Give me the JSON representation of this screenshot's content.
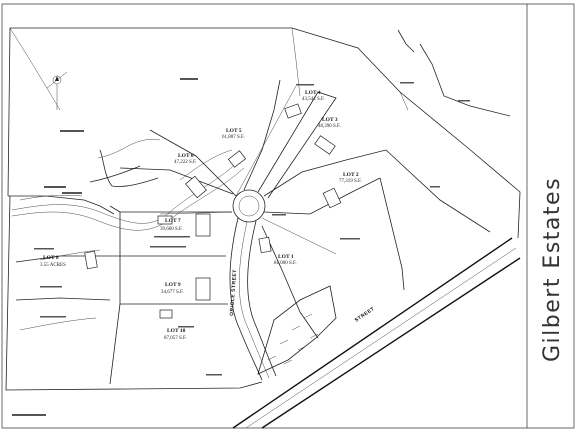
{
  "title": "Gilbert Estates",
  "street_labels": {
    "cul_de_sac": "ORIOLE STREET",
    "main_road": "STREET"
  },
  "lots": [
    {
      "id": "lot1",
      "name": "LOT 1",
      "area": "81,000 S.F."
    },
    {
      "id": "lot2",
      "name": "LOT 2",
      "area": "77,319 S.F."
    },
    {
      "id": "lot3",
      "name": "LOT 3",
      "area": "48,390 S.F."
    },
    {
      "id": "lot4",
      "name": "LOT 4",
      "area": "43,542 S.F."
    },
    {
      "id": "lot5",
      "name": "LOT 5",
      "area": "61,807 S.F."
    },
    {
      "id": "lot6",
      "name": "LOT 6",
      "area": "47,222 S.F."
    },
    {
      "id": "lot7",
      "name": "LOT 7",
      "area": "39,660 S.F."
    },
    {
      "id": "lot8",
      "name": "LOT 8",
      "area": "3.55 ACRES"
    },
    {
      "id": "lot9",
      "name": "LOT 9",
      "area": "34,677 S.F."
    },
    {
      "id": "lot10",
      "name": "LOT 10",
      "area": "87,057 S.F."
    }
  ],
  "colors": {
    "ink": "#222222",
    "paper": "#ffffff",
    "title": "#333333"
  },
  "icons": {
    "north_arrow": "north-arrow-icon"
  }
}
